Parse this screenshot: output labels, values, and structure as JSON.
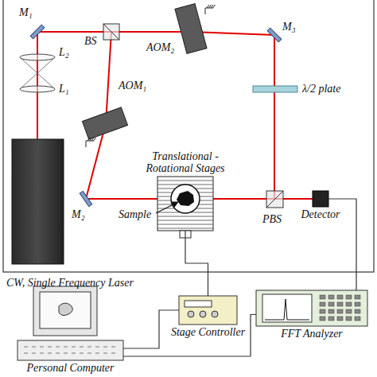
{
  "diagram": {
    "nodes": [
      {
        "text": [
          "Translational - Rotational Stages"
        ]
      },
      {
        "text": [
          "Detector"
        ]
      },
      {
        "text": [
          "Stage Controller"
        ]
      },
      {
        "text": [
          "FFT Analyzer"
        ]
      },
      {
        "text": [
          "Personal Computer"
        ]
      }
    ],
    "edges": [
      {
        "from": 0,
        "to": 2,
        "arrow": "none"
      },
      {
        "from": 1,
        "to": 3,
        "arrow": "none"
      },
      {
        "from": 4,
        "to": 2,
        "arrow": "none"
      },
      {
        "from": 4,
        "to": 3,
        "arrow": "none"
      }
    ],
    "labels": [
      "M₁",
      "L₂",
      "L₁",
      "BS",
      "AOM₂",
      "M₃",
      "λ/2 plate",
      "AOM₁",
      "M₂",
      "Sample",
      "PBS",
      "CW, Single Frequency Laser"
    ]
  }
}
